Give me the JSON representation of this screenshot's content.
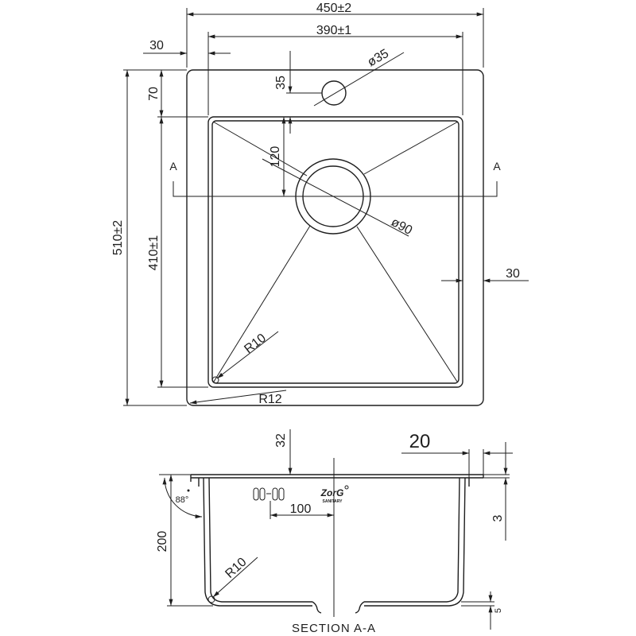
{
  "drawing": {
    "top_view": {
      "dims": {
        "overall_width": "450±2",
        "bowl_width": "390±1",
        "rim_left": "30",
        "tap_hole_dia": "ø35",
        "tap_hole_offset": "35",
        "rim_top": "70",
        "drain_offset": "120",
        "overall_length": "510±2",
        "bowl_length": "410±1",
        "drain_dia": "ø90",
        "rim_right": "30",
        "bowl_radius": "R10",
        "plate_radius": "R12"
      },
      "section_marks": {
        "left": "A",
        "right": "A"
      }
    },
    "section": {
      "dims": {
        "rim_height": "32",
        "flange_width": "20",
        "wall_angle": "88°",
        "depth": "200",
        "overflow_offset": "100",
        "bottom_radius": "R10",
        "flange_thickness": "3",
        "bottom_drop": "5"
      },
      "title": "SECTION A-A",
      "logo": {
        "brand": "ZorG",
        "sub": "SANITARY"
      }
    }
  }
}
